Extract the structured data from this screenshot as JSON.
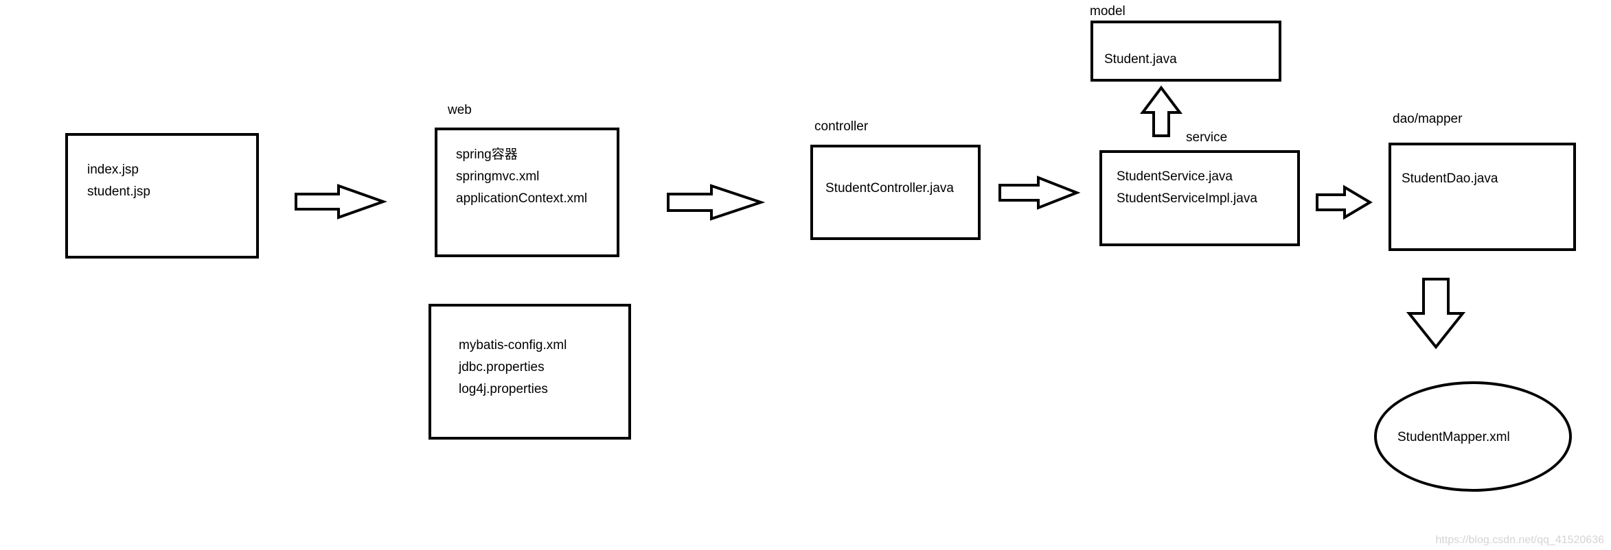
{
  "diagram": {
    "nodes": [
      {
        "id": "jsp",
        "label": "",
        "lines": [
          "index.jsp",
          "student.jsp"
        ]
      },
      {
        "id": "web",
        "label": "web",
        "lines": [
          "spring容器",
          "springmvc.xml",
          "applicationContext.xml"
        ]
      },
      {
        "id": "config",
        "label": "",
        "lines": [
          "mybatis-config.xml",
          "jdbc.properties",
          "log4j.properties"
        ]
      },
      {
        "id": "controller",
        "label": "controller",
        "lines": [
          "StudentController.java"
        ]
      },
      {
        "id": "service",
        "label": "service",
        "lines": [
          "StudentService.java",
          "StudentServiceImpl.java"
        ]
      },
      {
        "id": "model",
        "label": "model",
        "lines": [
          "Student.java"
        ]
      },
      {
        "id": "dao",
        "label": "dao/mapper",
        "lines": [
          "StudentDao.java"
        ]
      },
      {
        "id": "mapper",
        "label": "",
        "lines": [
          "StudentMapper.xml"
        ]
      }
    ],
    "edges": [
      {
        "from": "jsp",
        "to": "web",
        "direction": "right"
      },
      {
        "from": "web",
        "to": "controller",
        "direction": "right"
      },
      {
        "from": "controller",
        "to": "service",
        "direction": "right"
      },
      {
        "from": "service",
        "to": "dao",
        "direction": "right"
      },
      {
        "from": "service",
        "to": "model",
        "direction": "up"
      },
      {
        "from": "dao",
        "to": "mapper",
        "direction": "down"
      }
    ]
  },
  "watermark": "https://blog.csdn.net/qq_41520636"
}
